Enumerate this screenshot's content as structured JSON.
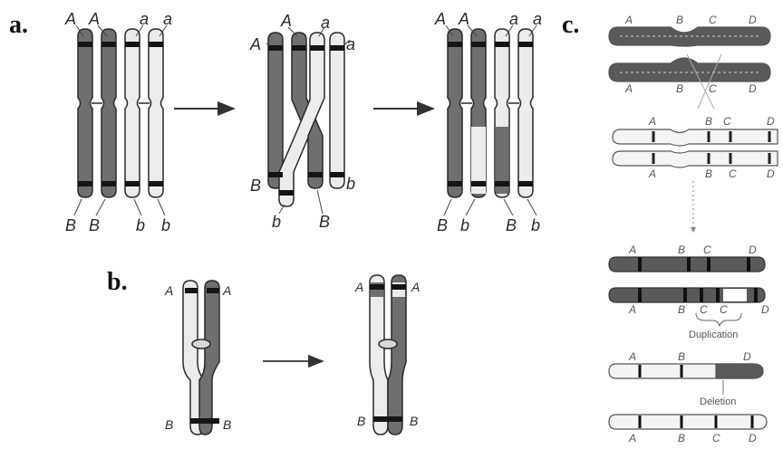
{
  "panels": {
    "a": {
      "label": "a.",
      "stage1": {
        "top": [
          "A",
          "A",
          "a",
          "a"
        ],
        "bottom": [
          "B",
          "B",
          "b",
          "b"
        ]
      },
      "stage2": {
        "left": [
          "A",
          "B"
        ],
        "right": [
          "a",
          "b"
        ],
        "top": [
          "A",
          "a"
        ],
        "bottom": [
          "b",
          "B"
        ]
      },
      "stage3": {
        "top": [
          "A",
          "A",
          "a",
          "a"
        ],
        "bottom": [
          "B",
          "b",
          "B",
          "b"
        ]
      }
    },
    "b": {
      "label": "b.",
      "stage1": {
        "left": [
          "A",
          "B"
        ],
        "right": [
          "A",
          "B"
        ]
      },
      "stage2": {
        "left": [
          "A",
          "B"
        ],
        "right": [
          "A",
          "B"
        ]
      }
    },
    "c": {
      "label": "c.",
      "row1": {
        "top": [
          "A",
          "B",
          "C",
          "D"
        ],
        "bottom": [
          "A",
          "B",
          "C",
          "D"
        ]
      },
      "row2": {
        "top": [
          "A",
          "B",
          "C",
          "D"
        ],
        "bottom": [
          "A",
          "B",
          "C",
          "D"
        ]
      },
      "row3": {
        "top": [
          "A",
          "B",
          "C",
          "D"
        ],
        "bottom": [
          "A",
          "B",
          "C",
          "C",
          "D"
        ],
        "caption": "Duplication"
      },
      "row4": {
        "top": [
          "A",
          "B",
          "D"
        ],
        "bottom": [
          "A",
          "B",
          "C",
          "D"
        ],
        "caption": "Deletion"
      }
    }
  },
  "colors": {
    "dark": "#6f6f6f",
    "darker": "#4a4a4a",
    "light": "#ececec",
    "outline": "#2a2a2a",
    "band": "#151515"
  }
}
